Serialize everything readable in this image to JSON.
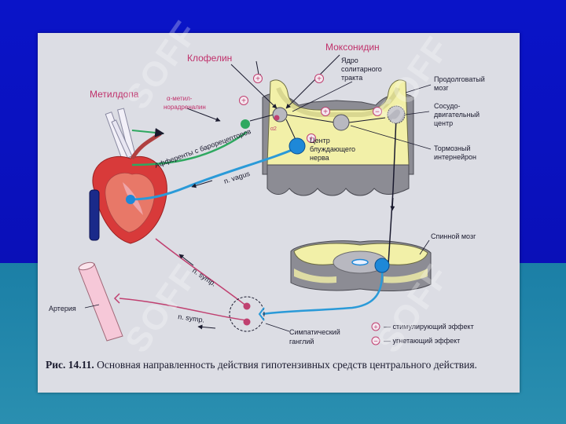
{
  "labels": {
    "methyldopa": "Метилдопа",
    "clonidine": "Клофелин",
    "moxonidine": "Моксонидин",
    "methyl_noradrenaline_1": "α-метил-",
    "methyl_noradrenaline_2": "норадреналин",
    "alpha2": "α2",
    "solitary_1": "Ядро",
    "solitary_2": "солитарного",
    "solitary_3": "тракта",
    "medulla_1": "Продолговатый",
    "medulla_2": "мозг",
    "vasomotor_1": "Сосудо-",
    "vasomotor_2": "двигательный",
    "vasomotor_3": "центр",
    "vagus_center_1": "Центр",
    "vagus_center_2": "блуждающего",
    "vagus_center_3": "нерва",
    "inhibitory_1": "Тормозный",
    "inhibitory_2": "интернейрон",
    "baroreceptor": "Афференты с барорецепторов",
    "n_vagus": "n. vagus",
    "spinal_cord": "Спинной мозг",
    "n_symp_1": "n. symp.",
    "n_symp_2": "n. symp.",
    "artery": "Артерия",
    "ganglion_1": "Симпатический",
    "ganglion_2": "ганглий"
  },
  "legend": {
    "stimulating": "— стимулирующий эффект",
    "inhibiting": "— угнетающий эффект"
  },
  "caption": {
    "number": "Рис. 14.11.",
    "text": "Основная направленность действия гипотензивных средств центрального действия."
  },
  "watermark": "SOFF",
  "colors": {
    "brainstem": "#f2f0a8",
    "brain_gray": "#8c8c94",
    "neuron_blue": "#1e88d8",
    "vagus_line": "#2a9ad8",
    "afferent_green": "#2fa860",
    "sympathetic_pink": "#c04070",
    "drug_label": "#c0306a",
    "heart_red": "#d83a3a"
  }
}
